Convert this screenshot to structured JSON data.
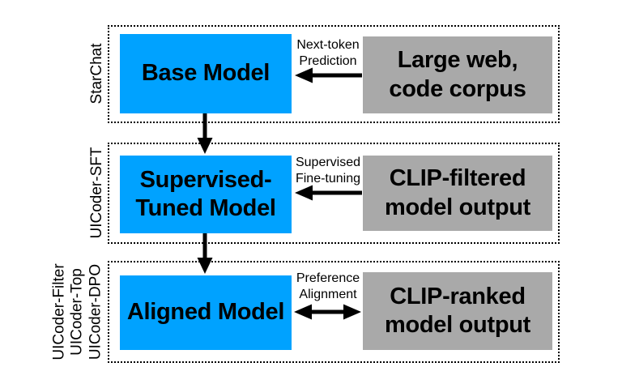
{
  "diagram": {
    "title_semantic": "UICoder training pipeline",
    "colors": {
      "model_box": "#00A2FF",
      "source_box": "#A9A9A9",
      "text": "#000000",
      "border": "#000000"
    },
    "rows": [
      {
        "side_label": "StarChat",
        "model_label": "Base Model",
        "arrow_label": "Next-token\nPrediction",
        "source_label": "Large web,\ncode corpus",
        "arrow_direction": "right-to-left"
      },
      {
        "side_label": "UICoder-SFT",
        "model_label": "Supervised-\nTuned Model",
        "arrow_label": "Supervised\nFine-tuning",
        "source_label": "CLIP-filtered\nmodel output",
        "arrow_direction": "right-to-left"
      },
      {
        "side_label": "UICoder-Filter\nUICoder-Top\nUICoder-DPO",
        "model_label": "Aligned Model",
        "arrow_label": "Preference\nAlignment",
        "source_label": "CLIP-ranked\nmodel output",
        "arrow_direction": "bidirectional"
      }
    ],
    "vertical_flow": [
      "Base Model to Supervised-Tuned Model",
      "Supervised-Tuned Model to Aligned Model"
    ]
  }
}
